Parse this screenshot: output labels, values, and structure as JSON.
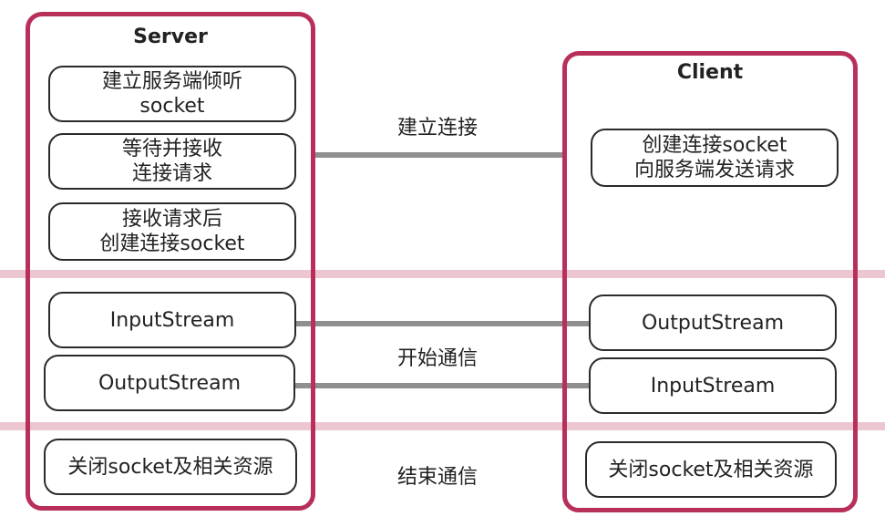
{
  "server": {
    "title": "Server",
    "boxes": [
      "建立服务端倾听\nsocket",
      "等待并接收\n连接请求",
      "接收请求后\n创建连接socket",
      "InputStream",
      "OutputStream",
      "关闭socket及相关资源"
    ]
  },
  "client": {
    "title": "Client",
    "boxes": [
      "创建连接socket\n向服务端发送请求",
      "OutputStream",
      "InputStream",
      "关闭socket及相关资源"
    ]
  },
  "labels": {
    "connect": "建立连接",
    "communicate": "开始通信",
    "end": "结束通信"
  },
  "colors": {
    "panel_border": "#b8305a",
    "band": "#ecc7d2",
    "connector": "#8f8f8f"
  }
}
